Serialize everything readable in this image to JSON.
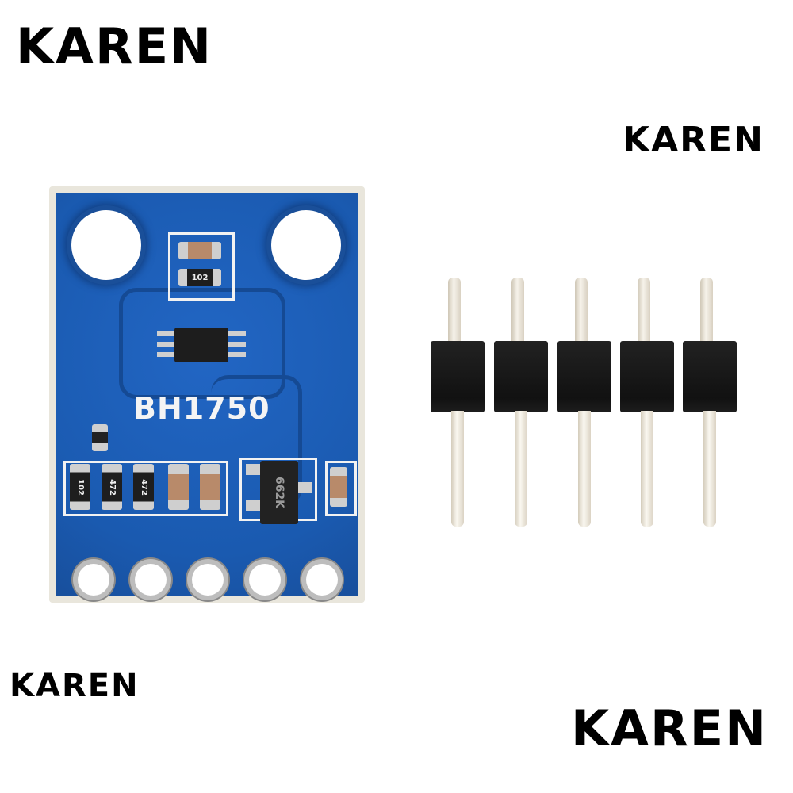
{
  "watermarks": [
    {
      "text": "KAREN",
      "position": "top-left"
    },
    {
      "text": "KAREN",
      "position": "upper-right"
    },
    {
      "text": "KAREN",
      "position": "bottom-left"
    },
    {
      "text": "KAREN",
      "position": "bottom-right"
    }
  ],
  "board": {
    "label": "BH1750",
    "color": "#1c5fb8",
    "mounting_holes": 2,
    "component_markings": {
      "top_resistor": "102",
      "bottom_resistor_1": "102",
      "bottom_resistor_2": "472",
      "bottom_resistor_3": "472",
      "regulator": "662K"
    },
    "pads": 5
  },
  "header": {
    "pins": 5,
    "body_color": "#151515",
    "pin_color": "#f2ede2"
  }
}
